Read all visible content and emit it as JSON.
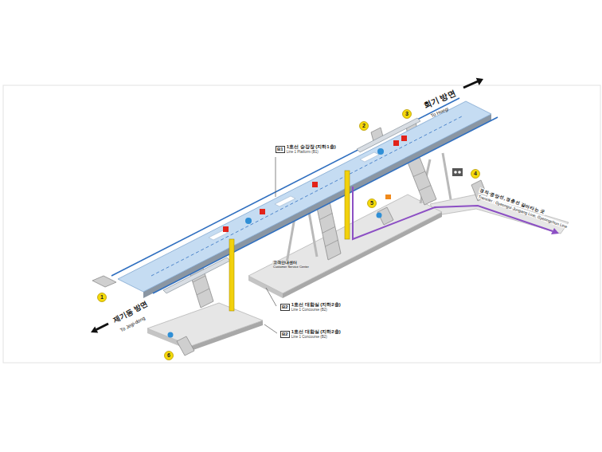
{
  "diagram": {
    "nodes": [
      {
        "text": [
          "1"
        ]
      },
      {
        "text": [
          "2"
        ]
      },
      {
        "text": [
          "3"
        ]
      },
      {
        "text": [
          "4"
        ]
      },
      {
        "text": [
          "5"
        ]
      },
      {
        "text": [
          "6"
        ]
      },
      {
        "text": [
          "B1",
          "1호선 승강장 (지하1층)",
          "Line 1 Platform (B1)"
        ]
      },
      {
        "text": [
          "B2",
          "1호선 대합실 (지하2층)",
          "Line 1 Concourse (B2)"
        ]
      },
      {
        "text": [
          "B2",
          "1호선 대합실 (지하2층)",
          "Line 1 Concourse (B2)"
        ]
      }
    ],
    "labels": [
      "회기 방면",
      "To Hoegi",
      "제기동 방면",
      "To Jegi-dong",
      "경의·중앙선, 경춘선 갈아타는 곳",
      "Transfer : Gyeongui·Jungang Line, Gyeongchun Line",
      "고객안내센터",
      "Customer Service Center"
    ]
  }
}
